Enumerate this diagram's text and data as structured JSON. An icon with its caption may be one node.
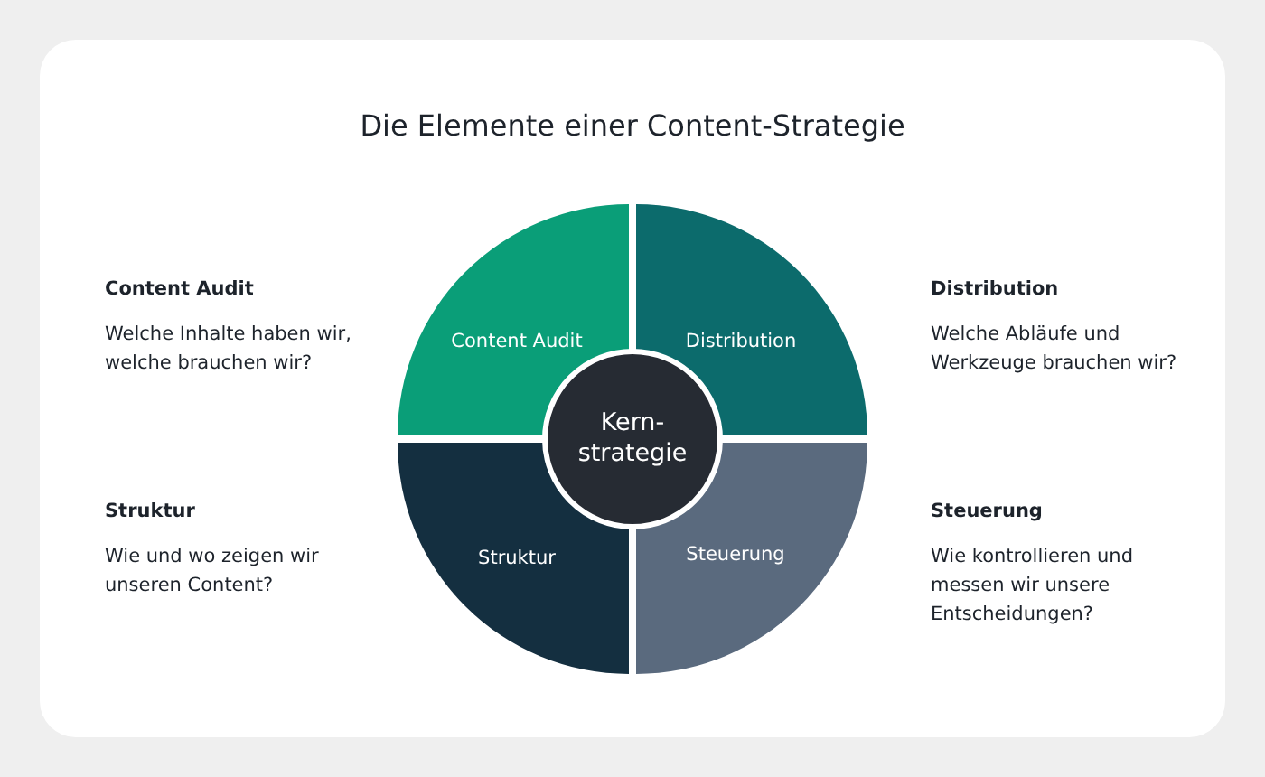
{
  "diagram": {
    "title": "Die Elemente einer Content-Strategie",
    "nodes": [
      {
        "text": [
          "Content Audit"
        ]
      },
      {
        "text": [
          "Distribution"
        ]
      },
      {
        "text": [
          "Struktur"
        ]
      },
      {
        "text": [
          "Steuerung"
        ]
      },
      {
        "text": [
          "Kern-strategie"
        ]
      }
    ],
    "labels": [
      "Content Audit",
      "Welche Inhalte haben wir, welche brauchen wir?",
      "Distribution",
      "Welche Abläufe und Werkzeuge brauchen wir?",
      "Struktur",
      "Wie und wo zeigen wir unseren Content?",
      "Steuerung",
      "Wie kontrollieren und messen wir unsere Entscheidungen?"
    ]
  }
}
